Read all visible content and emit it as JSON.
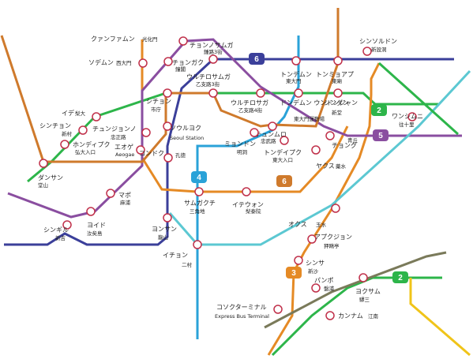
{
  "colors": {
    "line2": "#2db54a",
    "line3": "#e58a25",
    "line4": "#2aa2d8",
    "line5": "#8a4ea0",
    "line6": "#cf7a2c",
    "line1": "#3b3f9a",
    "cyan_line": "#5cc8d2",
    "gray_line": "#7a7a5a",
    "yellow_line": "#f0c419",
    "station_stroke": "#c0304a"
  },
  "line_badges": {
    "b6": "6",
    "b2_top": "2",
    "b5": "5",
    "b4": "4",
    "b6_mid": "6",
    "b3": "3",
    "b2_bottom": "2"
  },
  "stations": {
    "gwanghwamun": {
      "name": "クァンファムン",
      "kanji": "光化門"
    },
    "seodaemun": {
      "name": "ソデムン",
      "kanji": "西大門"
    },
    "euljiro3ga": {
      "name": "チョンノサムガ",
      "kanji": "鍾路3街"
    },
    "jonggak": {
      "name": "チョンガク",
      "kanji": "鐘閣"
    },
    "euljiro_ipgu": {
      "name": "ウルチロサムガ",
      "kanji": "乙支路3街"
    },
    "dongdaemun": {
      "name": "トンデムン",
      "kanji": "東大門"
    },
    "dongmyo": {
      "name": "トンミョアプ",
      "kanji": "東廟"
    },
    "sinseol": {
      "name": "シンソルドン",
      "kanji": "新設洞"
    },
    "euljiro4ga": {
      "name": "ウルチロサガ",
      "kanji": "乙支路4街"
    },
    "dongdaemun_stadium": {
      "name": "ドンデムン ウンドンジャン",
      "kanji": "東大門運動場"
    },
    "sindang": {
      "name": "シンダン",
      "kanji": "新堂"
    },
    "wangsimni": {
      "name": "ワンシムニ",
      "kanji": "往十里"
    },
    "sichung": {
      "name": "シチョン",
      "kanji": "市庁"
    },
    "ewha": {
      "name": "イデ",
      "kanji": "梨大"
    },
    "sinchon": {
      "name": "シンチョン",
      "kanji": "新村"
    },
    "hongdae": {
      "name": "ホンディプク",
      "kanji": "弘大入口"
    },
    "chungjeongno": {
      "name": "チュンジョンノ",
      "kanji": "忠正路"
    },
    "seoul_station": {
      "name": "ソウルヨク",
      "kanji": "Seoul Station"
    },
    "aeogae": {
      "name": "エオゲ",
      "kanji": "Aeogae"
    },
    "chungmuro": {
      "name": "チュンムロ",
      "kanji": "忠武路"
    },
    "myeongdong": {
      "name": "ミョンドン",
      "kanji": "明洞"
    },
    "dongdaeipgu": {
      "name": "トンデイプク",
      "kanji": "東大入口"
    },
    "cheonggu": {
      "name": "チョング",
      "kanji": "青丘"
    },
    "yaksu": {
      "name": "ヤクス",
      "kanji": "藥水"
    },
    "hoehyeon": {
      "name": "コンドク",
      "kanji": "孔徳"
    },
    "dangsan": {
      "name": "ダンサン",
      "kanji": "堂山"
    },
    "mapo": {
      "name": "マポ",
      "kanji": "麻浦"
    },
    "samgakji": {
      "name": "サムガクチ",
      "kanji": "三角地"
    },
    "itaewon": {
      "name": "イテウォン",
      "kanji": "梨泰院"
    },
    "yeouido": {
      "name": "ヨイド",
      "kanji": "汝矣島"
    },
    "singil": {
      "name": "シンギル",
      "kanji": "新吉"
    },
    "yongsan": {
      "name": "ヨンサン",
      "kanji": "龍山"
    },
    "oksu": {
      "name": "オクス",
      "kanji": "玉水"
    },
    "apgujeong": {
      "name": "アプクジョン",
      "kanji": "狎鴎亭"
    },
    "ichon": {
      "name": "イチョン",
      "kanji": "二村"
    },
    "sinsa": {
      "name": "シンサ",
      "kanji": "新沙"
    },
    "banpo": {
      "name": "パンポ",
      "kanji": "盤浦"
    },
    "yeoksam": {
      "name": "ヨクサム",
      "kanji": "驛三"
    },
    "express_bus": {
      "name": "コソクターミナル",
      "kanji": "Express Bus Terminal"
    },
    "gangnam": {
      "name": "カンナム",
      "kanji": "江南"
    }
  }
}
